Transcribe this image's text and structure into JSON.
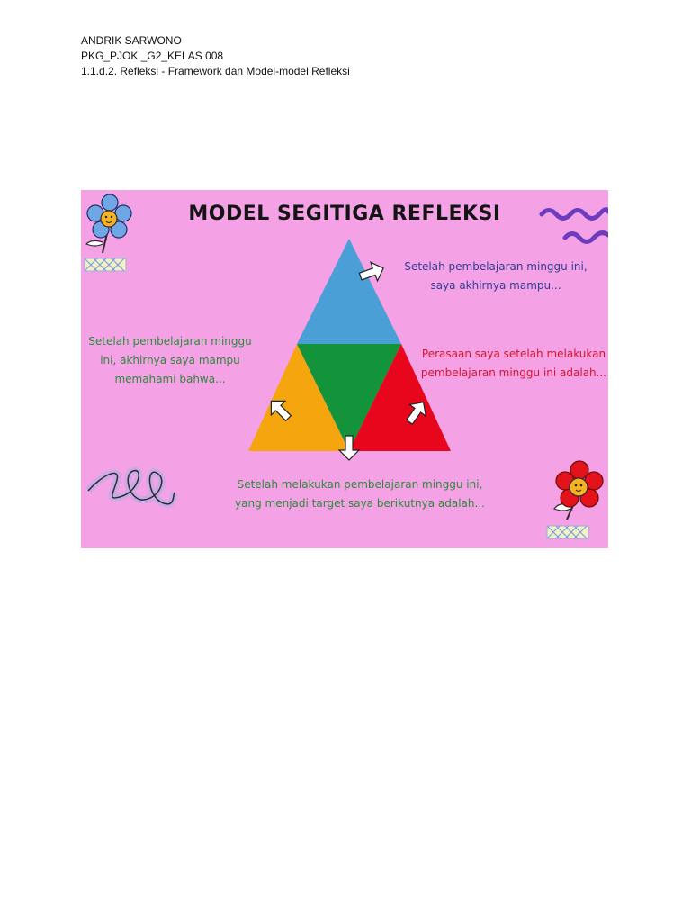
{
  "header": {
    "line1": "ANDRIK SARWONO",
    "line2": "PKG_PJOK _G2_KELAS 008",
    "line3": "1.1.d.2. Refleksi - Framework dan Model-model Refleksi"
  },
  "poster": {
    "title": "MODEL SEGITIGA REFLEKSI",
    "captions": {
      "top": "Setelah pembelajaran minggu ini, saya akhirnya mampu...",
      "left": "Setelah pembelajaran minggu ini, akhirnya saya mampu memahami bahwa...",
      "right": "Perasaan saya setelah melakukan pembelajaran minggu ini adalah...",
      "bottom": "Setelah melakukan pembelajaran minggu ini, yang menjadi target saya berikutnya adalah..."
    },
    "colors": {
      "background": "#f4a1e6",
      "triangle_top": "#4a9fd6",
      "triangle_left": "#f5a50d",
      "triangle_center": "#13943b",
      "triangle_right": "#e8061c"
    }
  }
}
